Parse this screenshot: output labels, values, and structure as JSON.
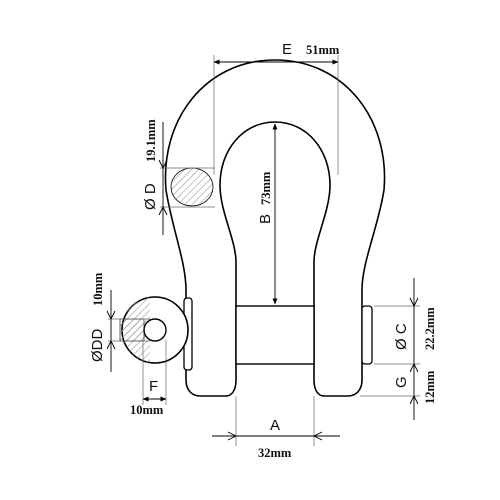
{
  "dimensions": {
    "E": {
      "label": "E",
      "value": "51mm"
    },
    "D": {
      "label": "Ø D",
      "value": "19.1mm"
    },
    "B": {
      "label": "B",
      "value": "73mm"
    },
    "DD": {
      "label": "ØDD",
      "value": "10mm"
    },
    "C": {
      "label": "Ø C",
      "value": "22.2mm"
    },
    "G": {
      "label": "G",
      "value": "12mm"
    },
    "F": {
      "label": "F",
      "value": "10mm"
    },
    "A": {
      "label": "A",
      "value": "32mm"
    }
  },
  "colors": {
    "line": "#000000",
    "hatch": "#9a9a9a",
    "shade": "#d9d9d9"
  }
}
